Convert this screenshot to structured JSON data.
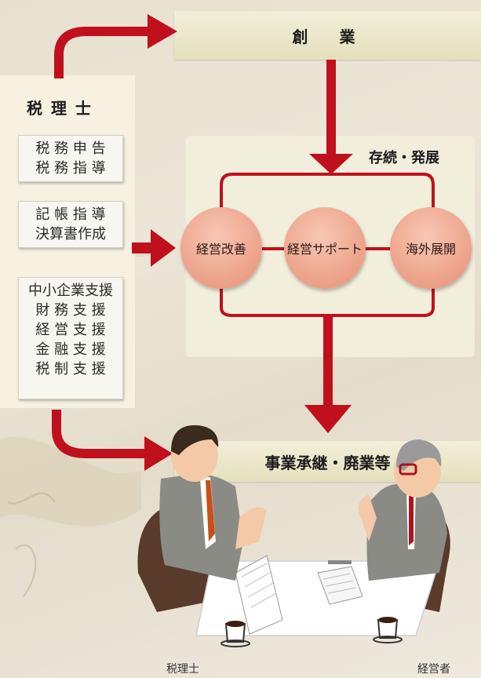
{
  "top_banner": {
    "label": "創　業"
  },
  "mid_panel": {
    "label": "存続・発展"
  },
  "bottom_banner": {
    "label": "事業承継・廃業等"
  },
  "tax_accountant": {
    "title": "税 理 士",
    "group1": [
      "税 務 申 告",
      "税 務 指 導"
    ],
    "group2": [
      "記 帳 指 導",
      "決算書作成"
    ],
    "group3": [
      "中小企業支援",
      "財 務 支 援",
      "経 営 支 援",
      "金 融 支 援",
      "税 制 支 援"
    ]
  },
  "circles": {
    "left": "経営改善",
    "center": "経営サポート",
    "right": "海外展開"
  },
  "people": {
    "left_caption": "税理士",
    "right_caption": "経営者"
  },
  "colors": {
    "arrow": "#c0101d",
    "circle": "#eea58d",
    "banner": "#e6e2c2",
    "jacket": "#8a8b85"
  }
}
